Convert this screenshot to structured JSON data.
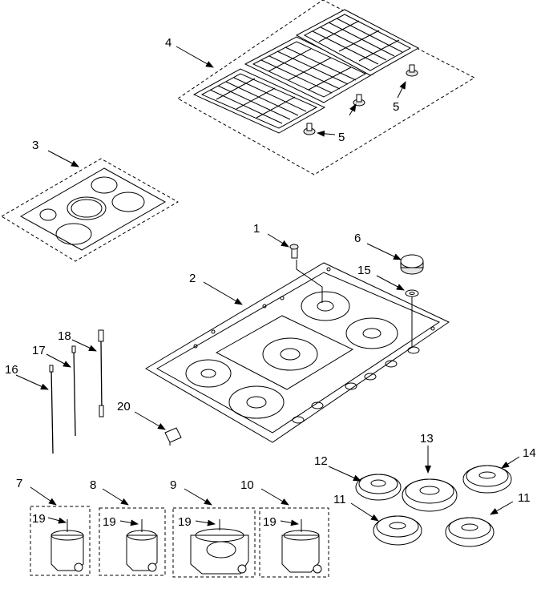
{
  "callouts": {
    "c1": "1",
    "c2": "2",
    "c3": "3",
    "c4": "4",
    "c5a": "5",
    "c5b": "5",
    "c6": "6",
    "c7": "7",
    "c8": "8",
    "c9": "9",
    "c10": "10",
    "c11a": "11",
    "c11b": "11",
    "c12": "12",
    "c13": "13",
    "c14": "14",
    "c15": "15",
    "c16": "16",
    "c17": "17",
    "c18": "18",
    "c19a": "19",
    "c19b": "19",
    "c19c": "19",
    "c19d": "19",
    "c20": "20"
  }
}
